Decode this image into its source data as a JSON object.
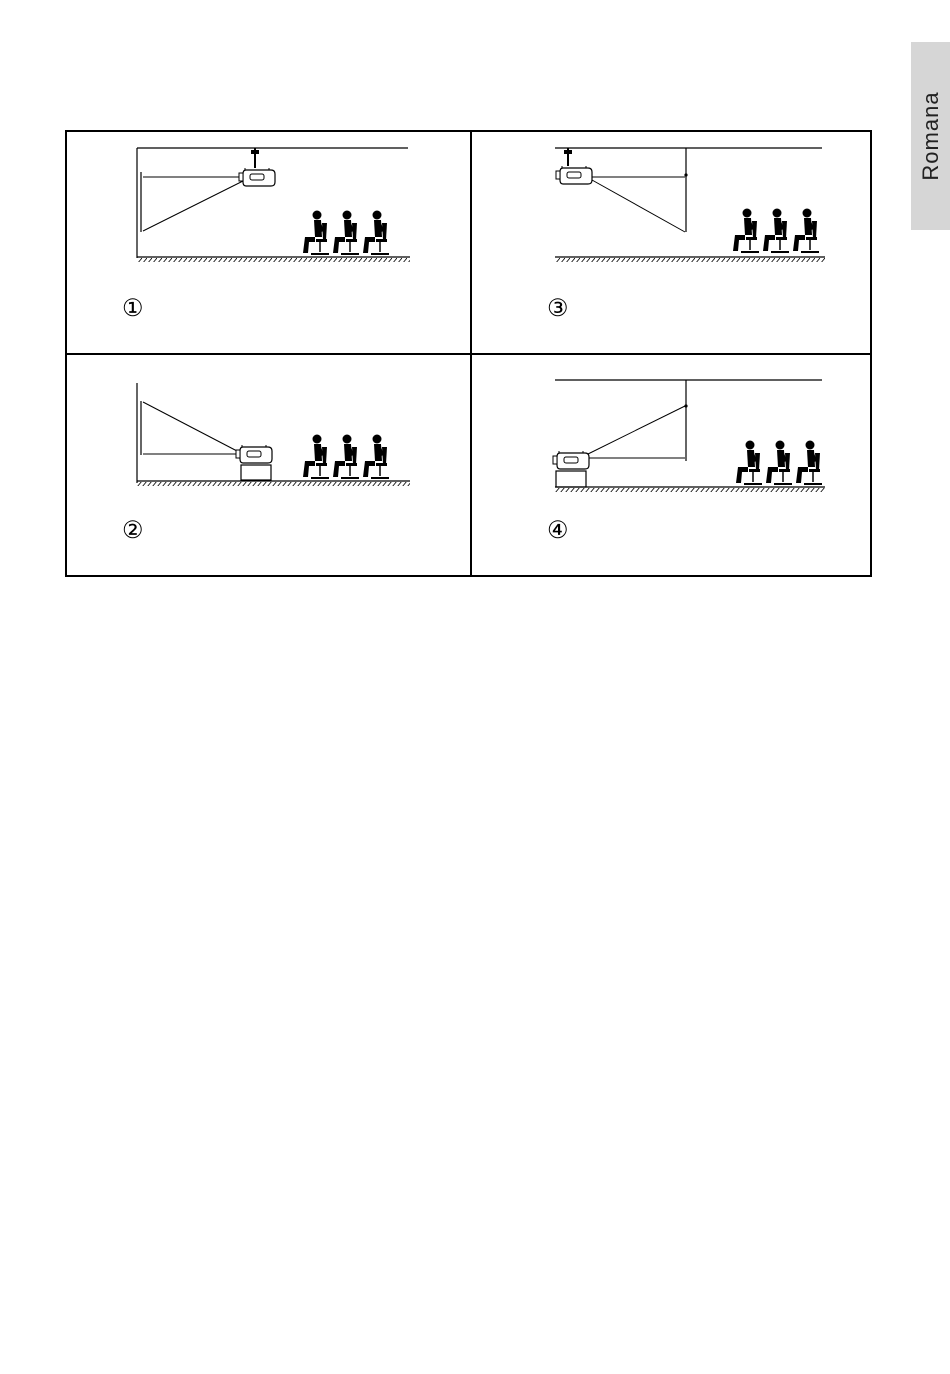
{
  "language_tab": {
    "label": "Romana"
  },
  "figures": [
    {
      "id": "fig1",
      "number": "①",
      "mount": "ceiling",
      "projection": "front"
    },
    {
      "id": "fig2",
      "number": "②",
      "mount": "table",
      "projection": "front"
    },
    {
      "id": "fig3",
      "number": "③",
      "mount": "ceiling",
      "projection": "rear"
    },
    {
      "id": "fig4",
      "number": "④",
      "mount": "table",
      "projection": "rear"
    }
  ]
}
